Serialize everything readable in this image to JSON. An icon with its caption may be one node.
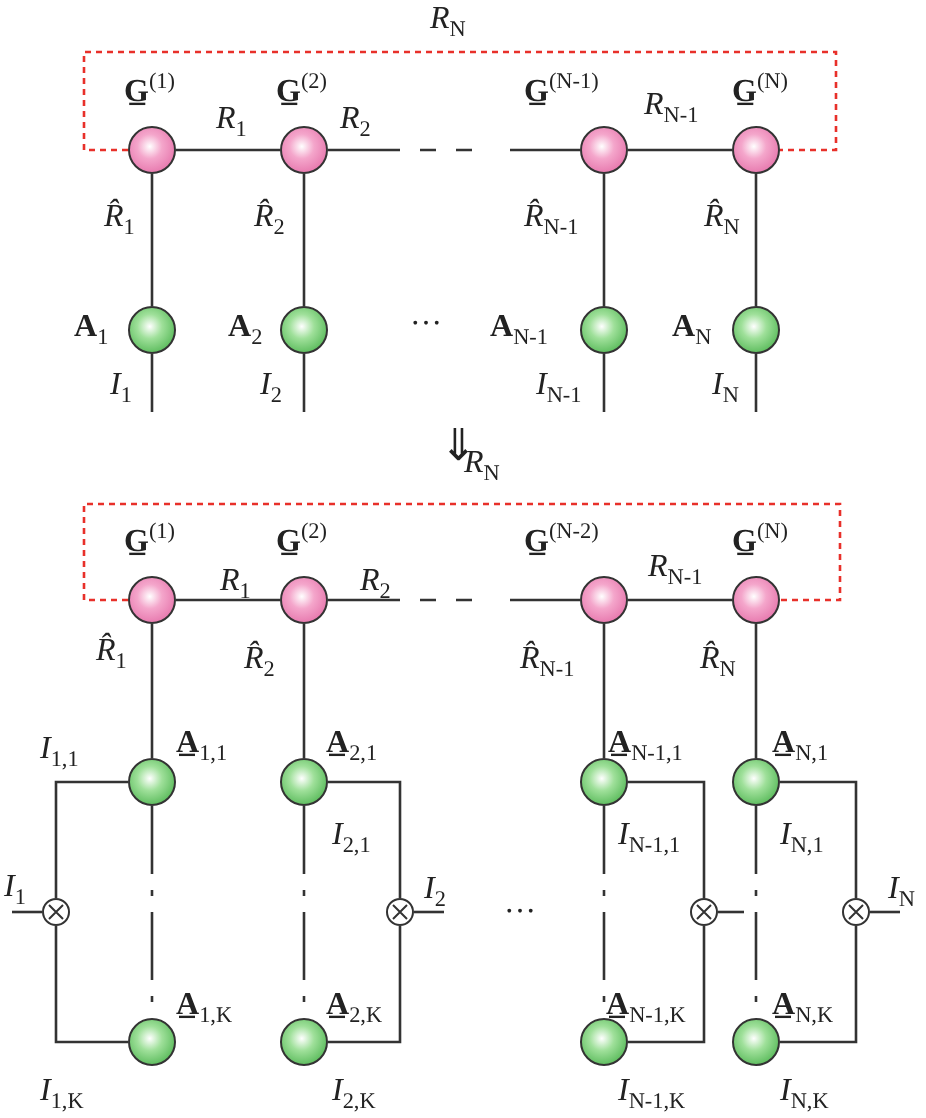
{
  "diagram": {
    "nodes": [
      {
        "text": [],
        "shape": "circle",
        "beside": [
          "**G̲**$^{(1)}$"
        ]
      },
      {
        "text": [],
        "shape": "circle",
        "beside": [
          "**G̲**$^{(2)}$"
        ]
      },
      {
        "text": [],
        "shape": "circle",
        "beside": [
          "**G̲**$^{(N-1)}$"
        ]
      },
      {
        "text": [],
        "shape": "circle",
        "beside": [
          "**G̲**$^{(N)}$"
        ]
      },
      {
        "text": [],
        "shape": "circle",
        "beside": [
          "**A**$_{1}$"
        ]
      },
      {
        "text": [],
        "shape": "circle",
        "beside": [
          "**A**$_{2}$"
        ]
      },
      {
        "text": [],
        "shape": "circle",
        "beside": [
          "**A**$_{N-1}$"
        ]
      },
      {
        "text": [],
        "shape": "circle",
        "beside": [
          "**A**$_{N}$"
        ]
      },
      {
        "text": [],
        "shape": "circle",
        "beside": [
          "**G̲**$^{(1)}$"
        ]
      },
      {
        "text": [],
        "shape": "circle",
        "beside": [
          "**G̲**$^{(2)}$"
        ]
      },
      {
        "text": [],
        "shape": "circle",
        "beside": [
          "**G̲**$^{(N-2)}$"
        ]
      },
      {
        "text": [],
        "shape": "circle",
        "beside": [
          "**G̲**$^{(N)}$"
        ]
      },
      {
        "text": [],
        "shape": "circle",
        "beside": [
          "**A̲**$_{1,1}$"
        ]
      },
      {
        "text": [],
        "shape": "circle",
        "beside": [
          "**A̲**$_{1,K}$"
        ]
      },
      {
        "text": [],
        "shape": "circle",
        "beside": [
          "**A̲**$_{2,1}$"
        ]
      },
      {
        "text": [],
        "shape": "circle",
        "beside": [
          "**A̲**$_{2,K}$"
        ]
      },
      {
        "text": [],
        "shape": "circle",
        "beside": [
          "**A̲**$_{N-1,1}$"
        ]
      },
      {
        "text": [],
        "shape": "circle",
        "beside": [
          "**A̲**$_{N-1,K}$"
        ]
      },
      {
        "text": [],
        "shape": "circle",
        "beside": [
          "**A̲**$_{N,1}$"
        ]
      },
      {
        "text": [],
        "shape": "circle",
        "beside": [
          "**A̲**$_{N,K}$"
        ]
      },
      {
        "text": [],
        "shape": "circle"
      },
      {
        "text": [],
        "shape": "circle"
      },
      {
        "text": [],
        "shape": "circle"
      },
      {
        "text": [],
        "shape": "circle"
      }
    ],
    "edges": [
      {
        "from": 0,
        "to": 1,
        "arrow": "none",
        "label": "*R*$_{1}$"
      },
      {
        "from": 1,
        "to": 2,
        "arrow": "none",
        "label": "*R*$_{2}$",
        "style": "dashed"
      },
      {
        "from": 2,
        "to": 3,
        "arrow": "none",
        "label": "*R*$_{N-1}$"
      },
      {
        "from": 0,
        "to": 3,
        "arrow": "none",
        "label": "*R*$_{N}$",
        "style": "dashed",
        "color": "#e8302a"
      },
      {
        "from": 0,
        "to": 4,
        "arrow": "none",
        "label": "*R̂*$_{1}$"
      },
      {
        "from": 1,
        "to": 5,
        "arrow": "none",
        "label": "*R̂*$_{2}$"
      },
      {
        "from": 2,
        "to": 6,
        "arrow": "none",
        "label": "*R̂*$_{N-1}$"
      },
      {
        "from": 3,
        "to": 7,
        "arrow": "none",
        "label": "*R̂*$_{N}$"
      },
      {
        "from": 4,
        "to": null,
        "arrow": "none",
        "label": "*I*$_{1}$"
      },
      {
        "from": 5,
        "to": null,
        "arrow": "none",
        "label": "*I*$_{2}$"
      },
      {
        "from": 6,
        "to": null,
        "arrow": "none",
        "label": "*I*$_{N-1}$"
      },
      {
        "from": 7,
        "to": null,
        "arrow": "none",
        "label": "*I*$_{N}$"
      },
      {
        "from": 8,
        "to": 9,
        "arrow": "none",
        "label": "*R*$_{1}$"
      },
      {
        "from": 9,
        "to": 10,
        "arrow": "none",
        "label": "*R*$_{2}$",
        "style": "dashed"
      },
      {
        "from": 10,
        "to": 11,
        "arrow": "none",
        "label": "*R*$_{N-1}$"
      },
      {
        "from": 8,
        "to": 11,
        "arrow": "none",
        "label": "*R*$_{N}$",
        "style": "dashed",
        "color": "#e8302a"
      },
      {
        "from": 8,
        "to": 12,
        "arrow": "none",
        "label": "*R̂*$_{1}$"
      },
      {
        "from": 9,
        "to": 14,
        "arrow": "none",
        "label": "*R̂*$_{2}$"
      },
      {
        "from": 10,
        "to": 16,
        "arrow": "none",
        "label": "*R̂*$_{N-1}$"
      },
      {
        "from": 11,
        "to": 18,
        "arrow": "none",
        "label": "*R̂*$_{N}$"
      },
      {
        "from": 12,
        "to": 13,
        "arrow": "none",
        "style": "dashed"
      },
      {
        "from": 14,
        "to": 15,
        "arrow": "none",
        "style": "dashed"
      },
      {
        "from": 16,
        "to": 17,
        "arrow": "none",
        "style": "dashed"
      },
      {
        "from": 18,
        "to": 19,
        "arrow": "none",
        "style": "dashed"
      },
      {
        "from": 12,
        "to": 20,
        "arrow": "none",
        "label": "*I*$_{1,1}$"
      },
      {
        "from": 13,
        "to": 20,
        "arrow": "none",
        "label": "*I*$_{1,K}$"
      },
      {
        "from": 20,
        "to": null,
        "arrow": "none",
        "label": "*I*$_{1}$"
      },
      {
        "from": 14,
        "to": 21,
        "arrow": "none",
        "label": "*I*$_{2,1}$"
      },
      {
        "from": 15,
        "to": 21,
        "arrow": "none",
        "label": "*I*$_{2,K}$"
      },
      {
        "from": 21,
        "to": null,
        "arrow": "none",
        "label": "*I*$_{2}$"
      },
      {
        "from": 16,
        "to": 22,
        "arrow": "none",
        "label": "*I*$_{N-1,1}$"
      },
      {
        "from": 17,
        "to": 22,
        "arrow": "none",
        "label": "*I*$_{N-1,K}$"
      },
      {
        "from": 22,
        "to": null,
        "arrow": "none"
      },
      {
        "from": 18,
        "to": 23,
        "arrow": "none",
        "label": "*I*$_{N,1}$"
      },
      {
        "from": 19,
        "to": 23,
        "arrow": "none",
        "label": "*I*$_{N,K}$"
      },
      {
        "from": 23,
        "to": null,
        "arrow": "none",
        "label": "*I*$_{N}$"
      }
    ],
    "labels": [
      "…",
      "⇓",
      "…"
    ]
  }
}
